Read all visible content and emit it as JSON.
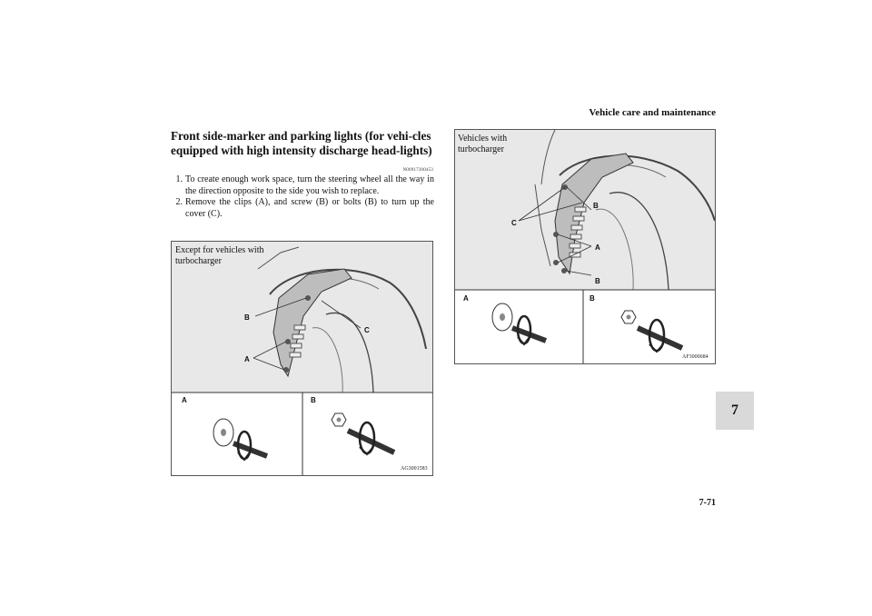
{
  "header": {
    "title": "Vehicle care and maintenance"
  },
  "page": {
    "number": "7-71",
    "tab_label": "7"
  },
  "section": {
    "heading": "Front side-marker and parking lights (for vehi-cles equipped with high intensity discharge head-lights)",
    "code": "N00917300453"
  },
  "steps": [
    {
      "num": "1.",
      "text": "To create enough work space, turn the steering wheel all the way in the direction opposite to the side you wish to replace."
    },
    {
      "num": "2.",
      "text": "Remove the clips (A), and screw (B) or bolts (B) to turn up the cover (C)."
    }
  ],
  "figures": {
    "left": {
      "caption": "Except for vehicles with turbocharger",
      "code": "AG3001583",
      "labels": {
        "b_top": "B",
        "a": "A",
        "c": "C",
        "panel_a": "A",
        "panel_b": "B"
      }
    },
    "right": {
      "caption": "Vehicles with turbocharger",
      "code": "AF3000684",
      "labels": {
        "b_top": "B",
        "c": "C",
        "a": "A",
        "b_bottom": "B",
        "panel_a": "A",
        "panel_b": "B"
      }
    }
  },
  "colors": {
    "figure_bg": "#e8e8e8",
    "tab_bg": "#d9d9d9"
  }
}
